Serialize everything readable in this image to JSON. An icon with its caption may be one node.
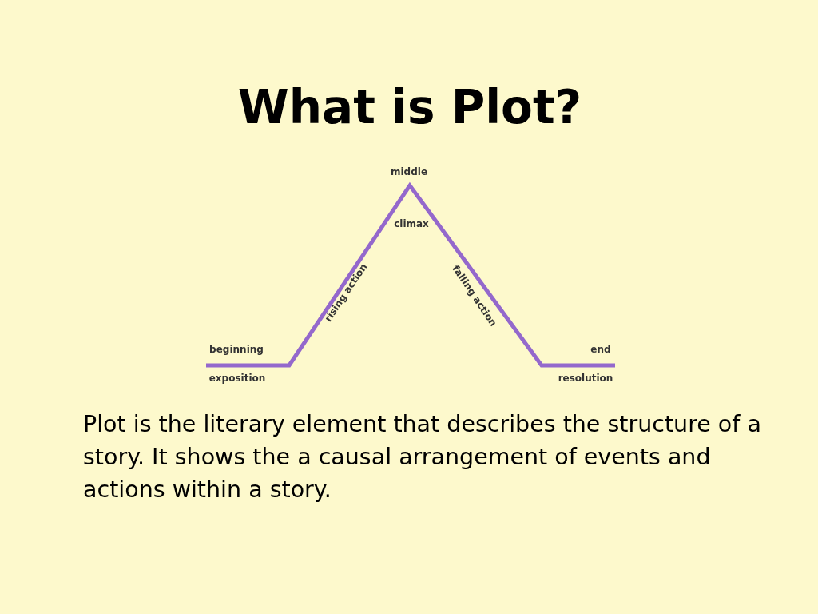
{
  "diagram": {
    "title": "What is Plot?",
    "caption": "Plot is the literary element that describes the structure of a story. It shows the a causal arrangement of events and actions within a story.",
    "labels": [
      "middle",
      "climax",
      "rising action",
      "falling action",
      "beginning",
      "exposition",
      "end",
      "resolution"
    ]
  }
}
